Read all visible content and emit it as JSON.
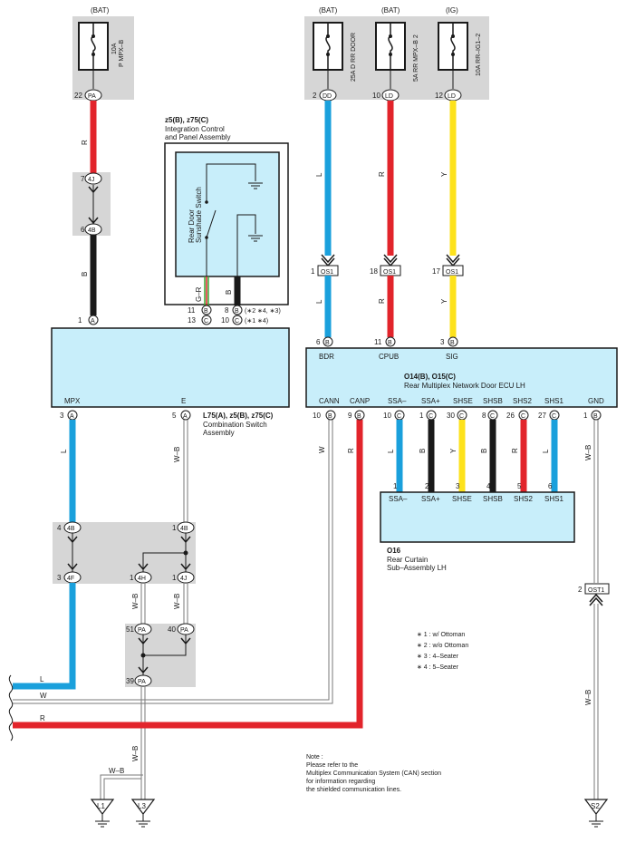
{
  "colors": {
    "wire_l": "#1aa0dc",
    "wire_r": "#e2242b",
    "wire_y": "#fde21c",
    "wire_b": "#1a1a1a",
    "wire_w_outline": "#7a7a7a",
    "wire_g": "#39a935",
    "component_fill": "#c8eefa",
    "junction_fill": "#d6d6d6"
  },
  "fuses": {
    "f1": {
      "source": "(BAT)",
      "label_top": "10A",
      "label_bot": "P MPX–B",
      "pin": "22",
      "conn": "PA"
    },
    "f2": {
      "source": "(BAT)",
      "label": "25A D RR DOOR",
      "pin": "2",
      "conn": "DD"
    },
    "f3": {
      "source": "(BAT)",
      "label": "5A RR MPX–B 2",
      "pin": "10",
      "conn": "LD"
    },
    "f4": {
      "source": "(IG)",
      "label": "10A RR–IG1–2",
      "pin": "12",
      "conn": "LD"
    }
  },
  "wire_colors": {
    "r": "R",
    "b": "B",
    "l": "L",
    "y": "Y",
    "w": "W",
    "wb": "W–B",
    "gr": "G–R"
  },
  "connectors": {
    "c4j_top": {
      "pin": "7",
      "conn": "4J"
    },
    "c4b_mid": {
      "pin": "6",
      "conn": "4B"
    },
    "os1_l": {
      "pin": "1",
      "conn": "OS1"
    },
    "os1_r": {
      "pin": "18",
      "conn": "OS1"
    },
    "os1_y": {
      "pin": "17",
      "conn": "OS1"
    },
    "ost1": {
      "pin": "2",
      "conn": "OST1"
    },
    "c4b_l": {
      "pin": "4",
      "conn": "4B"
    },
    "c4f": {
      "pin": "3",
      "conn": "4F"
    },
    "c4b_r": {
      "pin": "1",
      "conn": "4B"
    },
    "c4h": {
      "pin": "1",
      "conn": "4H"
    },
    "c4j_r": {
      "pin": "1",
      "conn": "4J"
    },
    "pa51": {
      "pin": "51",
      "conn": "PA"
    },
    "pa40": {
      "pin": "40",
      "conn": "PA"
    },
    "pa39": {
      "pin": "39",
      "conn": "PA"
    }
  },
  "integration": {
    "ids": "z5(B), z75(C)",
    "name1": "Integration Control",
    "name2": "and Panel Assembly",
    "switch1": "Rear Door",
    "switch2": "Sunshade Switch",
    "pin_gr_b": "11",
    "pin_b_b": "8",
    "pin_gr_c": "13",
    "pin_b_c": "10",
    "note1": "(∗2 ∗4, ∗3)",
    "note2": "(∗1 ∗4)",
    "conn_b": "B",
    "conn_c": "C"
  },
  "combination": {
    "ids": "L75(A), z5(B), z75(C)",
    "name1": "Combination Switch",
    "name2": "Assembly",
    "top_pin": "1",
    "top_conn": "A",
    "top_label": "B",
    "mpx_label": "MPX",
    "e_label": "E",
    "mpx_pin": "3",
    "mpx_conn": "A",
    "e_pin": "5",
    "e_conn": "A"
  },
  "ecu": {
    "ids": "O14(B), O15(C)",
    "name": "Rear Multiplex Network Door ECU LH",
    "top_pins": [
      {
        "pin": "6",
        "conn": "B",
        "label": "BDR"
      },
      {
        "pin": "11",
        "conn": "B",
        "label": "CPUB"
      },
      {
        "pin": "3",
        "conn": "B",
        "label": "SIG"
      }
    ],
    "bottom_pins": [
      {
        "pin": "10",
        "conn": "B",
        "label": "CANN"
      },
      {
        "pin": "9",
        "conn": "B",
        "label": "CANP"
      },
      {
        "pin": "10",
        "conn": "C",
        "label": "SSA–"
      },
      {
        "pin": "1",
        "conn": "C",
        "label": "SSA+"
      },
      {
        "pin": "30",
        "conn": "C",
        "label": "SHSE"
      },
      {
        "pin": "8",
        "conn": "C",
        "label": "SHSB"
      },
      {
        "pin": "26",
        "conn": "C",
        "label": "SHS2"
      },
      {
        "pin": "27",
        "conn": "C",
        "label": "SHS1"
      },
      {
        "pin": "1",
        "conn": "B",
        "label": "GND"
      }
    ]
  },
  "curtain": {
    "id": "O16",
    "name1": "Rear Curtain",
    "name2": "Sub–Assembly LH",
    "pins": [
      {
        "pin": "1",
        "label": "SSA–"
      },
      {
        "pin": "2",
        "label": "SSA+"
      },
      {
        "pin": "3",
        "label": "SHSE"
      },
      {
        "pin": "4",
        "label": "SHSB"
      },
      {
        "pin": "5",
        "label": "SHS2"
      },
      {
        "pin": "6",
        "label": "SHS1"
      }
    ]
  },
  "grounds": {
    "l1": "L1",
    "l3": "L3",
    "s2": "S2"
  },
  "legend": [
    "∗ 1 : w/ Ottoman",
    "∗ 2 : w/o Ottoman",
    "∗ 3 : 4–Seater",
    "∗ 4 : 5–Seater"
  ],
  "note": [
    "Note :",
    "Please refer to the",
    "Multiplex Communication System (CAN) section",
    "for information regarding",
    "the shielded communication lines."
  ]
}
